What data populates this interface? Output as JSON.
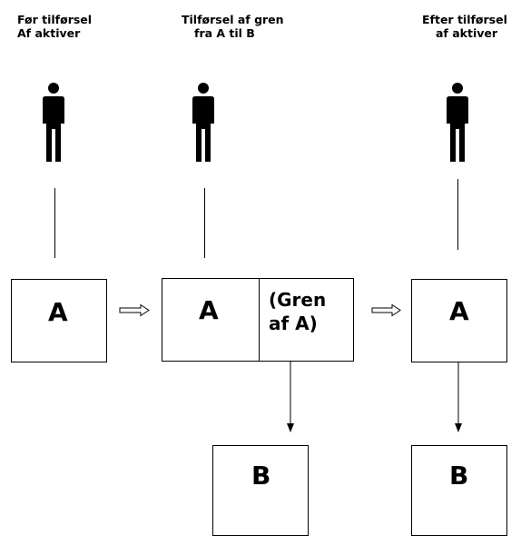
{
  "stages": [
    {
      "caption": [
        "Før tilførsel",
        "Af aktiver"
      ],
      "box_label": "A"
    },
    {
      "caption": [
        "Tilførsel af gren",
        "fra A til B"
      ],
      "box_label": "A",
      "branch_label": [
        "(Gren",
        "af A)"
      ],
      "target_label": "B"
    },
    {
      "caption": [
        "Efter tilførsel",
        "af aktiver"
      ],
      "box_label": "A",
      "target_label": "B"
    }
  ]
}
